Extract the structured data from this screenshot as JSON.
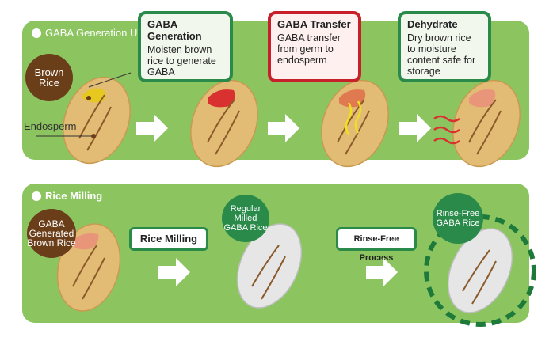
{
  "top_section": {
    "title": "GABA Generation Unit",
    "brown_rice": "Brown Rice",
    "endosperm": "Endosperm",
    "steps": [
      {
        "title": "GABA Generation",
        "body": "Moisten brown rice to generate GABA"
      },
      {
        "title": "GABA Transfer",
        "body": "GABA transfer from germ to endosperm"
      },
      {
        "title": "Dehydrate",
        "body": "Dry brown rice to moisture content safe for storage"
      }
    ]
  },
  "bottom_section": {
    "title": "Rice Milling",
    "gaba_brown_rice": "GABA Generated Brown Rice",
    "rice_milling": "Rice Milling",
    "regular_milled": "Regular Milled GABA Rice",
    "rinse_free_process": "Rinse-Free Process",
    "rinse_free_rice": "Rinse-Free GABA Rice"
  },
  "colors": {
    "panel_green": "#8cc560",
    "box_border_green": "#2a8a4a",
    "box_border_red": "#c8202a",
    "brown": "#6b3e1a",
    "grain_tan": "#e2bb74",
    "germ_red": "#d93030",
    "germ_yellow": "#e6c820",
    "milled_white": "#e6e6e6"
  }
}
